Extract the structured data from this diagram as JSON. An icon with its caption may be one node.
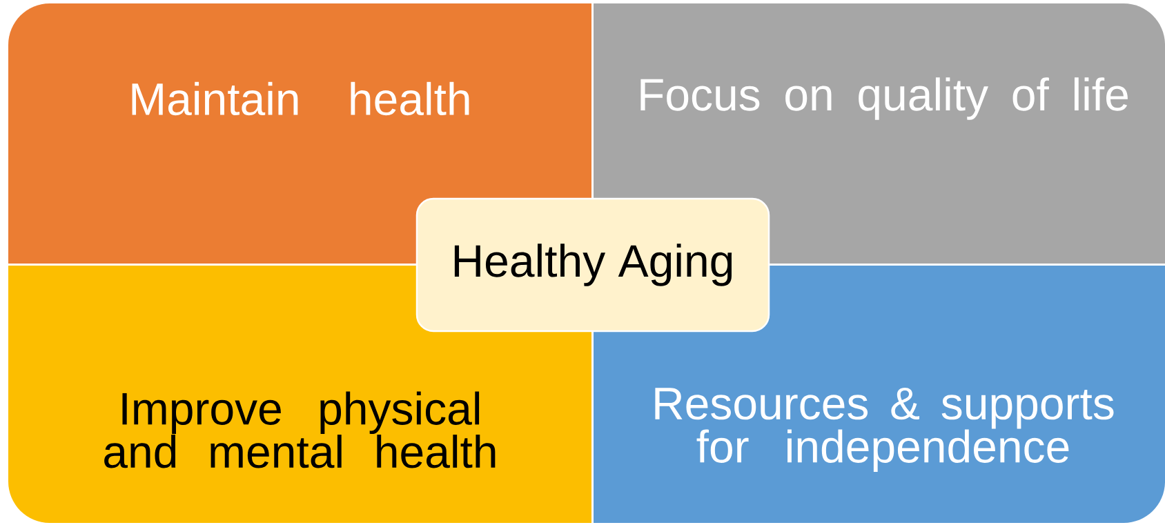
{
  "diagram": {
    "nodes": [
      {
        "text": [
          "Maintain health"
        ]
      },
      {
        "text": [
          "Focus on quality of life"
        ]
      },
      {
        "text": [
          "Healthy Aging"
        ]
      },
      {
        "text": [
          "Improve physical and mental health"
        ]
      },
      {
        "text": [
          "Resources & supports for independence"
        ]
      }
    ]
  }
}
